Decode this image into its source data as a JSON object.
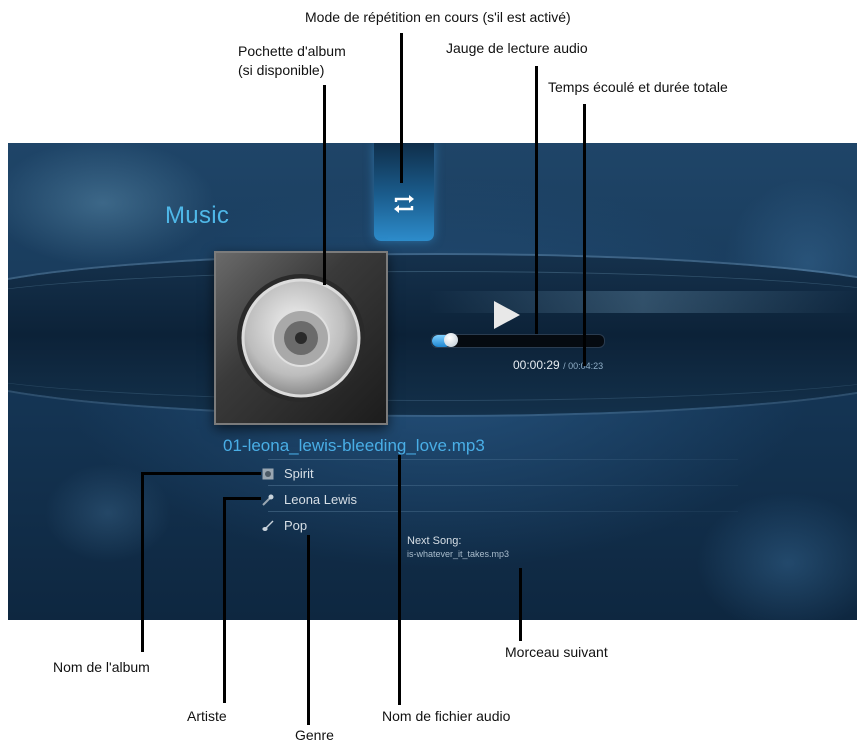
{
  "screen": {
    "title": "Music",
    "repeat_icon": "repeat-icon",
    "album_art_icon": "cd-disc-icon",
    "play_icon": "play-icon",
    "progress": {
      "elapsed_seconds": 29,
      "total_seconds": 263
    },
    "elapsed": "00:00:29",
    "total": "/ 00:04:23",
    "filename": "01-leona_lewis-bleeding_love.mp3",
    "album": {
      "icon": "album-icon",
      "label": "Spirit"
    },
    "artist": {
      "icon": "microphone-icon",
      "label": "Leona Lewis"
    },
    "genre": {
      "icon": "guitar-icon",
      "label": "Pop"
    },
    "next_song_label": "Next Song:",
    "next_song": "is-whatever_it_takes.mp3",
    "colors": {
      "accent": "#4fb8e8",
      "background": "#143453"
    }
  },
  "callouts": {
    "repeat_mode": "Mode de répétition en cours (s'il est activé)",
    "album_art": "Pochette d'album",
    "album_art_note": "(si disponible)",
    "audio_gauge": "Jauge de lecture audio",
    "time": "Temps écoulé et durée totale",
    "album_name": "Nom de l'album",
    "artist": "Artiste",
    "genre": "Genre",
    "filename": "Nom de fichier audio",
    "next_track": "Morceau suivant"
  }
}
